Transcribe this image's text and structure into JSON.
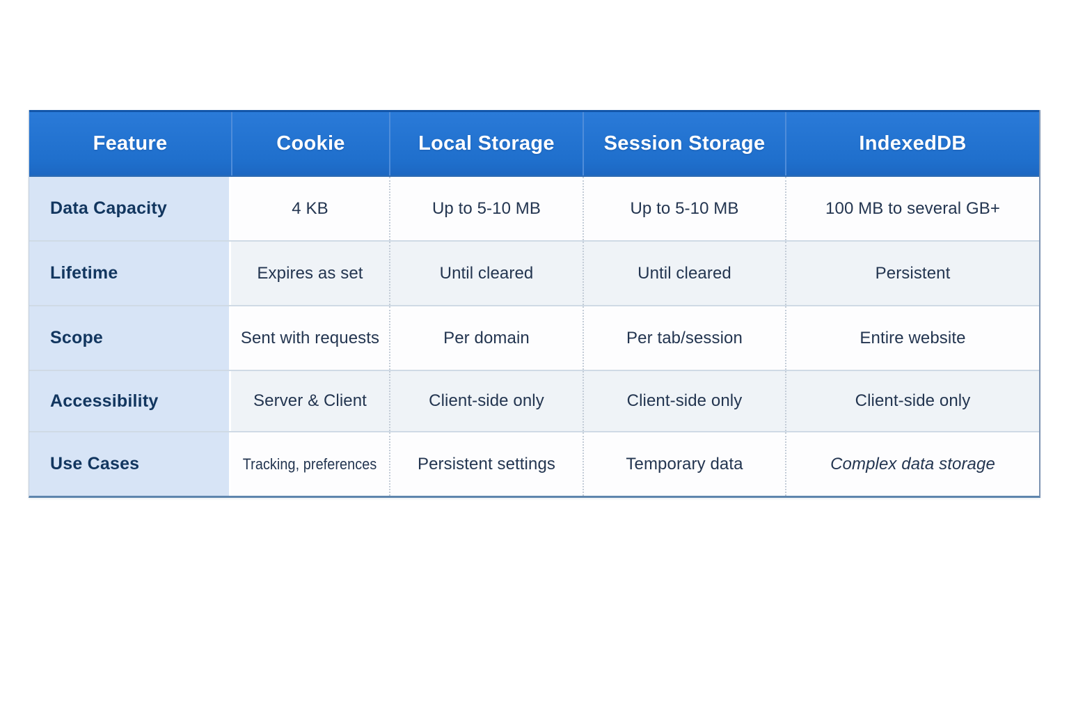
{
  "chart_data": {
    "type": "table",
    "title": "",
    "columns": [
      "Feature",
      "Cookie",
      "Local Storage",
      "Session Storage",
      "IndexedDB"
    ],
    "rows": [
      [
        "Data Capacity",
        "4 KB",
        "Up to 5-10 MB",
        "Up to 5-10 MB",
        "100 MB to several GB+"
      ],
      [
        "Lifetime",
        "Expires as set",
        "Until cleared",
        "Until cleared",
        "Persistent"
      ],
      [
        "Scope",
        "Sent with requests",
        "Per domain",
        "Per tab/session",
        "Entire website"
      ],
      [
        "Accessibility",
        "Server & Client",
        "Client-side only",
        "Client-side only",
        "Client-side only"
      ],
      [
        "Use Cases",
        "Tracking, preferences",
        "Persistent settings",
        "Temporary data",
        "Complex data storage"
      ]
    ],
    "layout": {
      "header_position": "top",
      "feature_column_position": "left",
      "grid": "row separators solid, column separators dotted"
    }
  },
  "colors": {
    "header_bg": "#1f6fcc",
    "header_bg_top": "#2a7ad8",
    "header_text": "#ffffff",
    "header_border_top": "#1356a9",
    "header_separator": "#4f8dda",
    "feature_col_bg": "#d7e4f6",
    "feature_text": "#12365f",
    "row_bg_odd": "#fdfdfe",
    "row_bg_even": "#eff3f7",
    "cell_text": "#233550",
    "row_separator": "#cfdae5",
    "header_underline": "#2f6cb3",
    "dotted_separator": "#c3ccd7",
    "table_bottom_border": "#5e85ad",
    "table_right_border": "#7e94b3",
    "table_left_border": "#c2cedb",
    "page_bg": "#ffffff"
  }
}
